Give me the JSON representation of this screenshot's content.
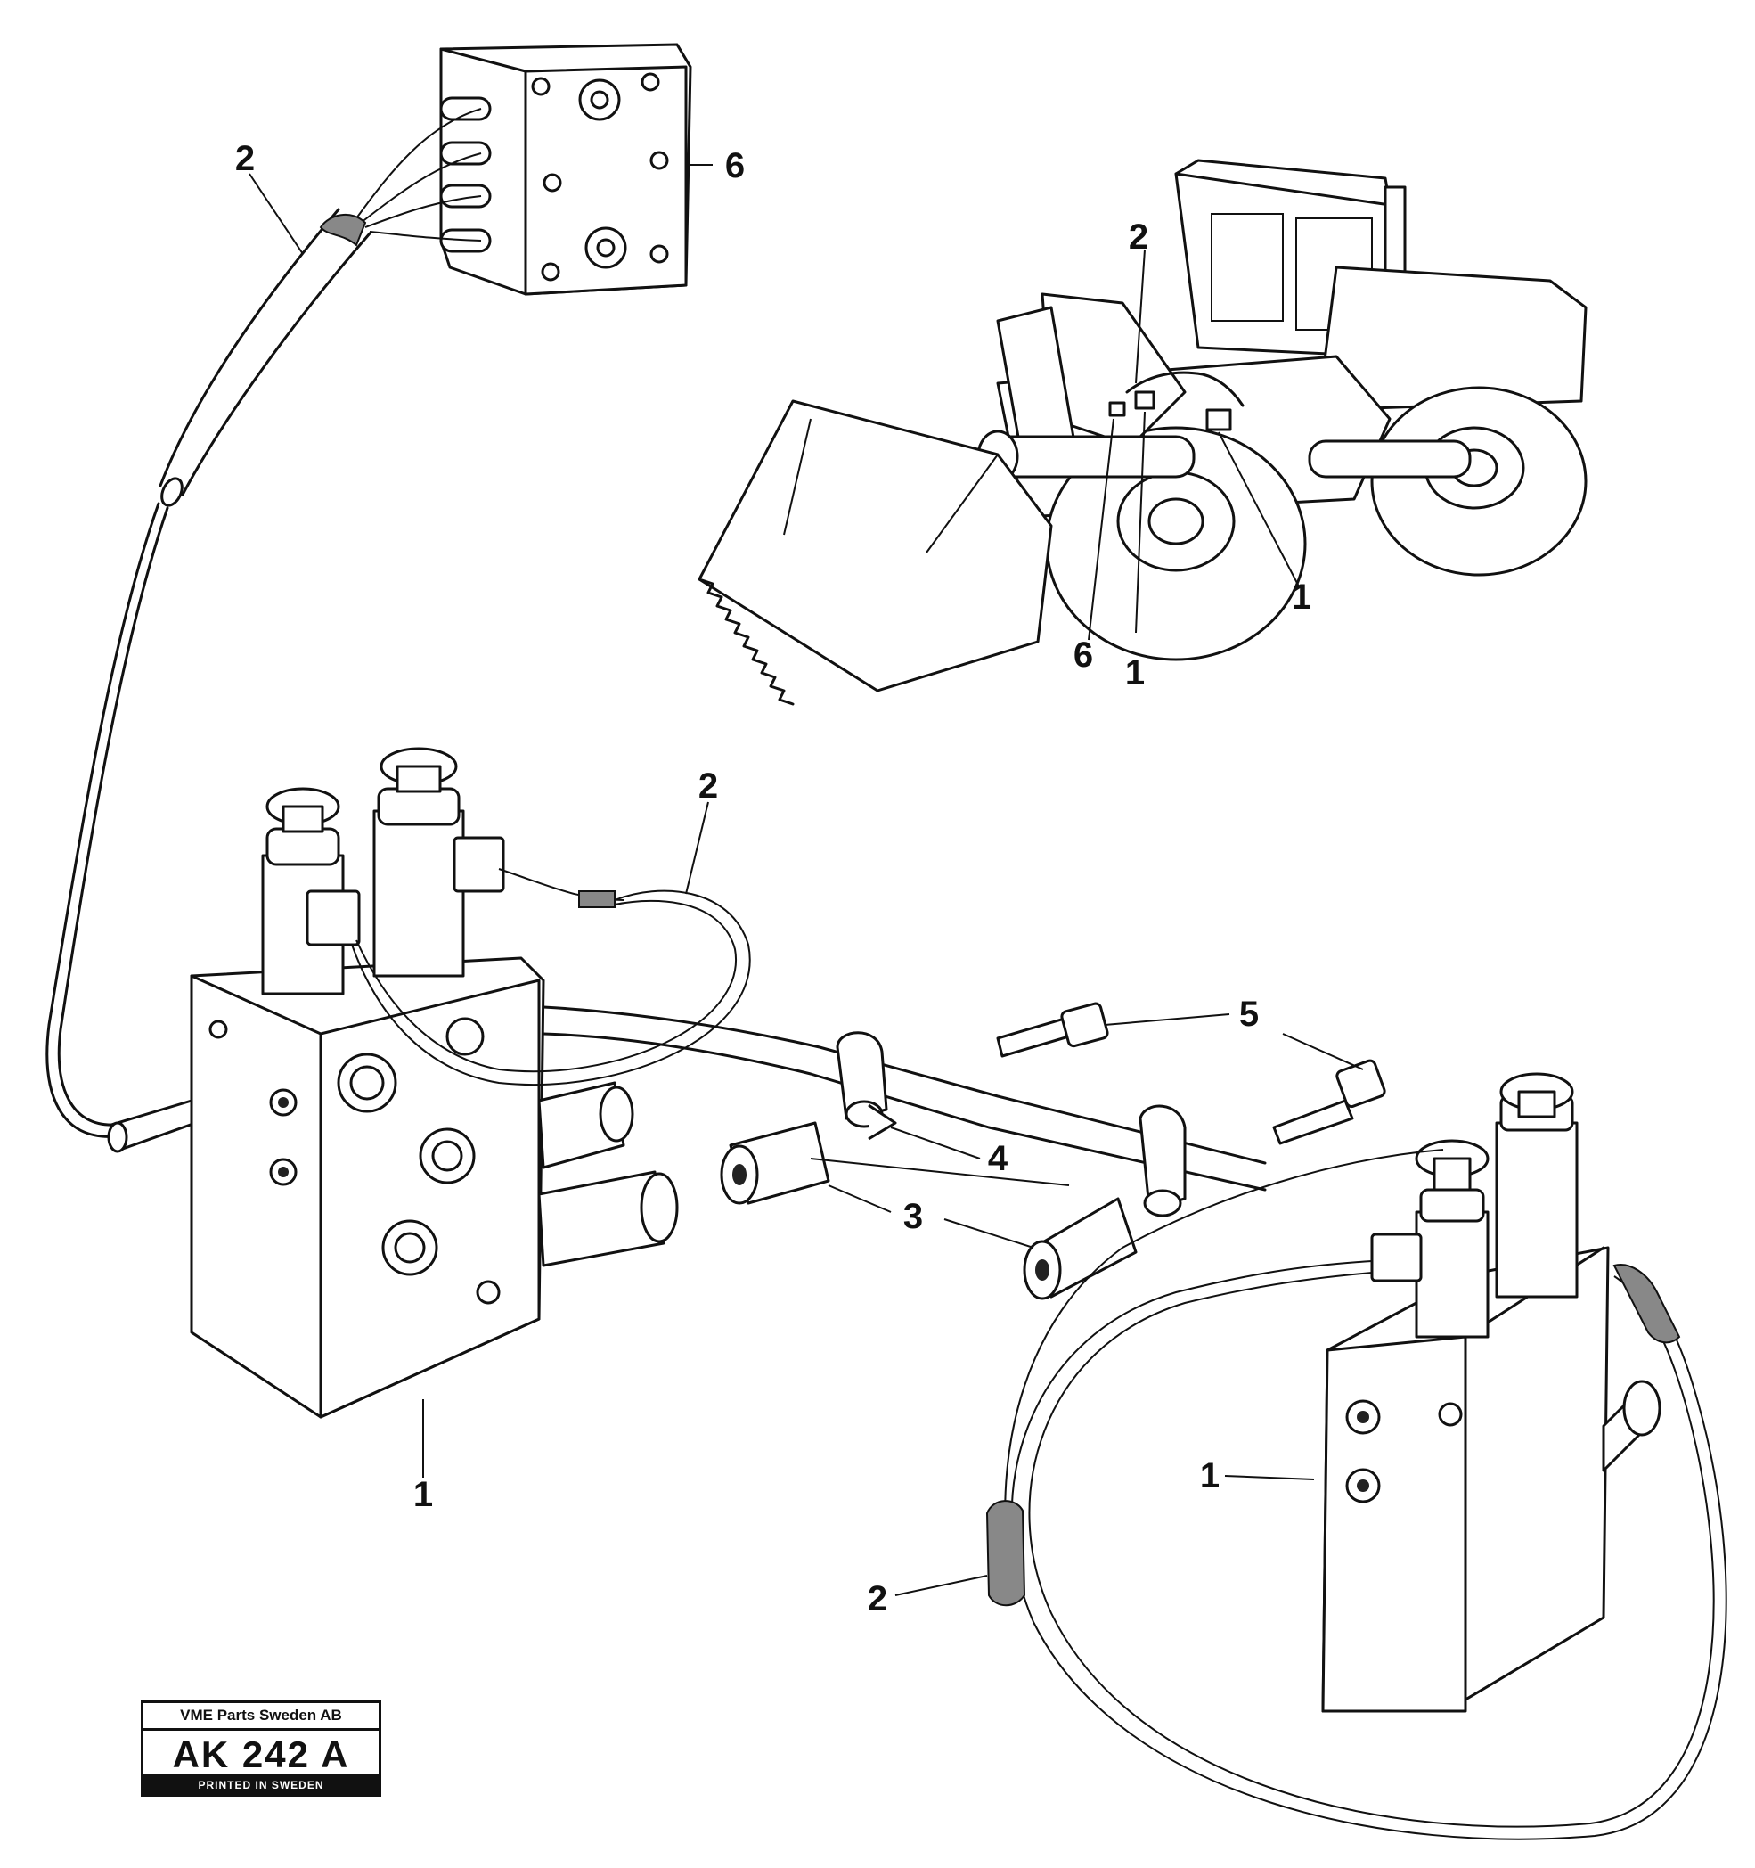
{
  "callouts": {
    "c2_cable_top": "2",
    "c6_relay_top": "6",
    "c2_machine": "2",
    "c6_machine": "6",
    "c1_machine_left": "1",
    "c1_machine_right": "1",
    "c2_valve_cable": "2",
    "c5_screws": "5",
    "c4_clamps": "4",
    "c3_spacers": "3",
    "c1_left_valve": "1",
    "c1_right_valve": "1",
    "c2_right_cable": "2"
  },
  "stamp": {
    "company": "VME Parts Sweden AB",
    "code": "AK 242 A",
    "printed": "PRINTED IN SWEDEN"
  }
}
